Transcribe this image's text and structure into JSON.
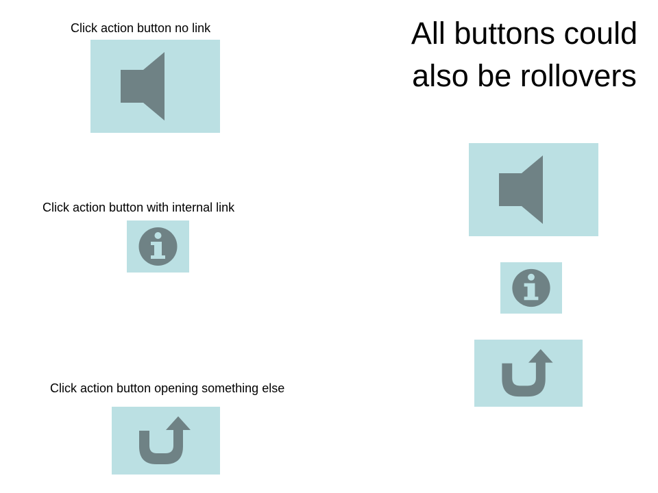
{
  "slide": {
    "title": "All buttons could also be rollovers",
    "labels": {
      "no_link": "Click action button no link",
      "internal_link": "Click action button with internal link",
      "opening_else": "Click action button opening something else"
    }
  },
  "buttons": [
    {
      "name": "sound-button",
      "icon": "speaker-icon"
    },
    {
      "name": "information-button",
      "icon": "info-icon"
    },
    {
      "name": "return-button",
      "icon": "u-turn-arrow-icon"
    },
    {
      "name": "rollover-sound-button",
      "icon": "speaker-icon"
    },
    {
      "name": "rollover-information-button",
      "icon": "info-icon"
    },
    {
      "name": "rollover-return-button",
      "icon": "u-turn-arrow-icon"
    }
  ],
  "colors": {
    "button_fill": "#bbe0e3",
    "icon_fill": "#6f8285",
    "background": "#ffffff"
  }
}
